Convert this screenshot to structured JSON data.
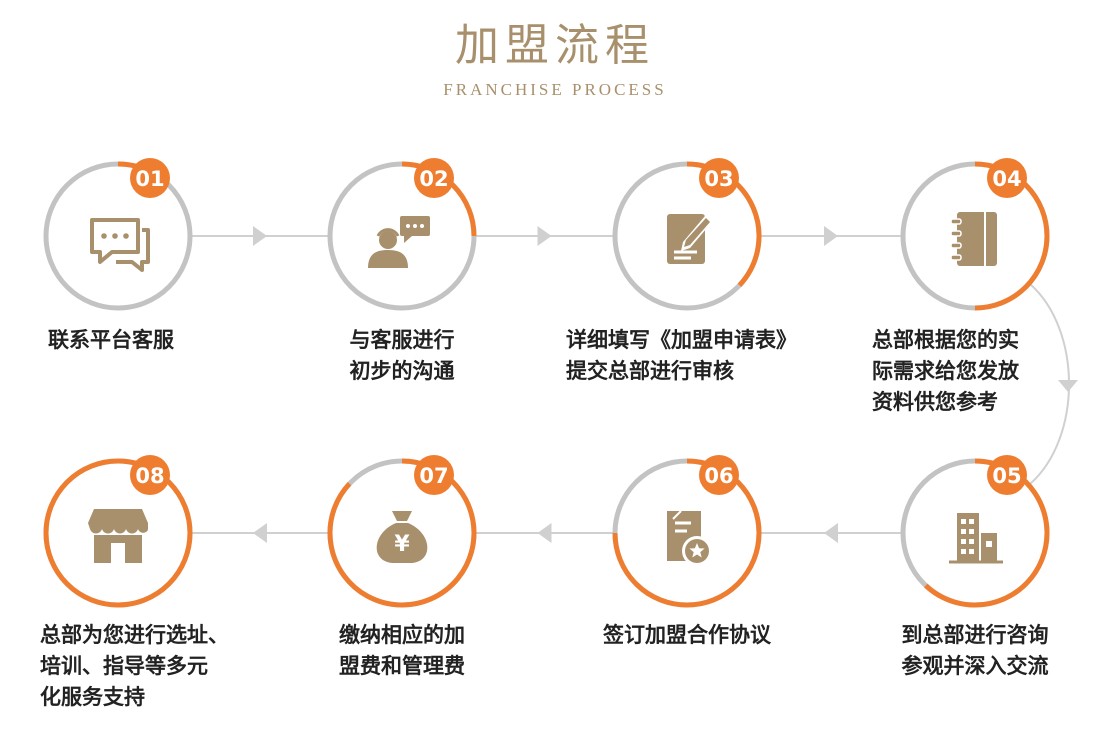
{
  "header": {
    "title": "加盟流程",
    "subtitle": "FRANCHISE PROCESS"
  },
  "colors": {
    "accent": "#ee7d30",
    "ring_gray": "#c3c3c3",
    "icon_brown": "#a8906c",
    "connector": "#d0d0d0",
    "text": "#222222"
  },
  "steps": [
    {
      "number": "01",
      "label": "联系平台客服",
      "icon": "chat-bubbles-icon",
      "progress": 0.1
    },
    {
      "number": "02",
      "label": "与客服进行\n初步的沟通",
      "icon": "customer-service-icon",
      "progress": 0.25
    },
    {
      "number": "03",
      "label": "详细填写《加盟申请表》\n提交总部进行审核",
      "icon": "form-edit-icon",
      "progress": 0.37
    },
    {
      "number": "04",
      "label": "总部根据您的实\n际需求给您发放\n资料供您参考",
      "icon": "notebook-icon",
      "progress": 0.5
    },
    {
      "number": "05",
      "label": "到总部进行咨询\n参观并深入交流",
      "icon": "building-icon",
      "progress": 0.62
    },
    {
      "number": "06",
      "label": "签订加盟合作协议",
      "icon": "contract-icon",
      "progress": 0.75
    },
    {
      "number": "07",
      "label": "缴纳相应的加\n盟费和管理费",
      "icon": "money-bag-icon",
      "progress": 0.87
    },
    {
      "number": "08",
      "label": "总部为您进行选址、\n培训、指导等多元\n化服务支持",
      "icon": "shop-icon",
      "progress": 1.0
    }
  ]
}
